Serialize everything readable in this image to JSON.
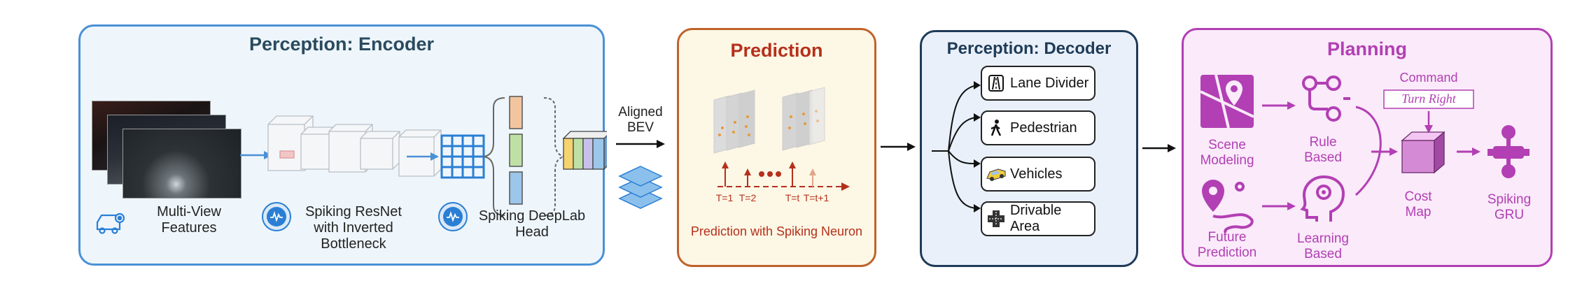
{
  "encoder": {
    "title": "Perception: Encoder",
    "multiview_label_1": "Multi-View",
    "multiview_label_2": "Features",
    "resnet_label_1": "Spiking ResNet",
    "resnet_label_2": "with Inverted",
    "resnet_label_3": "Bottleneck",
    "deeplab_label_1": "Spiking DeepLab",
    "deeplab_label_2": "Head"
  },
  "aligned_bev": {
    "line1": "Aligned",
    "line2": "BEV"
  },
  "prediction": {
    "title": "Prediction",
    "t1": "T=1",
    "t2": "T=2",
    "tt": "T=t",
    "tt1": "T=t+1",
    "caption": "Prediction with Spiking Neuron"
  },
  "decoder": {
    "title": "Perception: Decoder",
    "items": [
      {
        "label": "Lane Divider",
        "icon": "lane-divider-icon"
      },
      {
        "label": "Pedestrian",
        "icon": "pedestrian-icon"
      },
      {
        "label": "Vehicles",
        "icon": "vehicle-icon"
      },
      {
        "label": "Drivable Area",
        "icon": "drivable-area-icon"
      }
    ]
  },
  "planning": {
    "title": "Planning",
    "scene_1": "Scene",
    "scene_2": "Modeling",
    "future_1": "Future",
    "future_2": "Prediction",
    "rule_1": "Rule",
    "rule_2": "Based",
    "learning_1": "Learning",
    "learning_2": "Based",
    "command": "Command",
    "turn_right": "Turn Right",
    "cost_1": "Cost",
    "cost_2": "Map",
    "gru_1": "Spiking",
    "gru_2": "GRU"
  },
  "colors": {
    "encoder_border": "#4a90d6",
    "encoder_title": "#2b4a5e",
    "prediction_border": "#c0622a",
    "prediction_title": "#b5301c",
    "decoder_border": "#1f3b57",
    "planning_border": "#b23fb3",
    "planning_title": "#b23fb3"
  }
}
